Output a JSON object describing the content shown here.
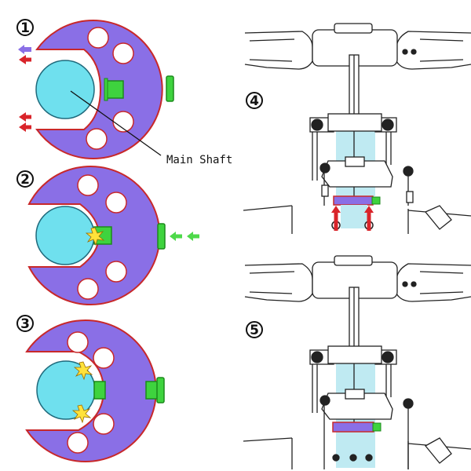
{
  "labels": {
    "main_shaft": "Main Shaft"
  },
  "steps": [
    {
      "number": "1"
    },
    {
      "number": "2"
    },
    {
      "number": "3"
    },
    {
      "number": "4"
    },
    {
      "number": "5"
    }
  ],
  "colors": {
    "collar": "#8a6fe6",
    "collar_edge": "#c8282a",
    "shaft": "#6fe0ee",
    "shaft_edge": "#1f6a7c",
    "screw": "#3ed33e",
    "screw_edge": "#1c8a1c",
    "arrow_red": "#d9242a",
    "arrow_green": "#4ed94a",
    "arrow_purple": "#8a6fe6",
    "spark": "#ffe23a",
    "spark_edge": "#9a6a00",
    "frame_line": "#222222",
    "shaft_highlight": "#bfeaf2"
  },
  "icons": [
    "red-arrow-icon",
    "green-arrow-icon",
    "purple-arrow-icon",
    "spark-icon"
  ]
}
